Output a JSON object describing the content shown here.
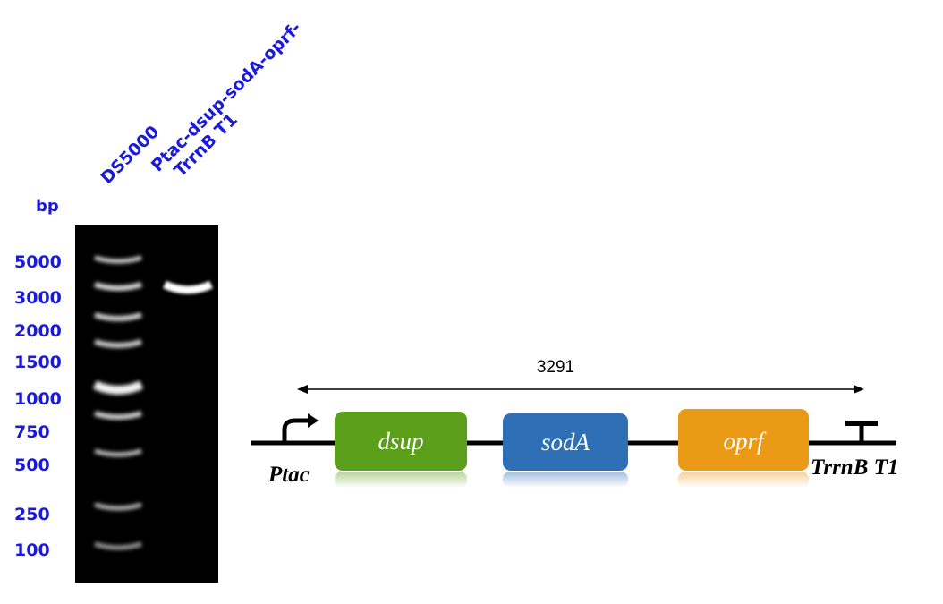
{
  "gel": {
    "unit": "bp",
    "lanes": [
      {
        "lines": [
          "DS5000"
        ]
      },
      {
        "lines": [
          "Ptac-dsup-sodA-oprf-",
          "TrrnB T1"
        ]
      }
    ],
    "markers": [
      "5000",
      "3000",
      "2000",
      "1500",
      "1000",
      "750",
      "500",
      "250",
      "100"
    ]
  },
  "construct": {
    "size": "3291",
    "promoter": "Ptac",
    "terminator": "TrrnB T1",
    "genes": [
      {
        "name": "dsup",
        "color": "#5a9e1a"
      },
      {
        "name": "sodA",
        "color": "#2e6fb5"
      },
      {
        "name": "oprf",
        "color": "#ea9a17"
      }
    ]
  }
}
